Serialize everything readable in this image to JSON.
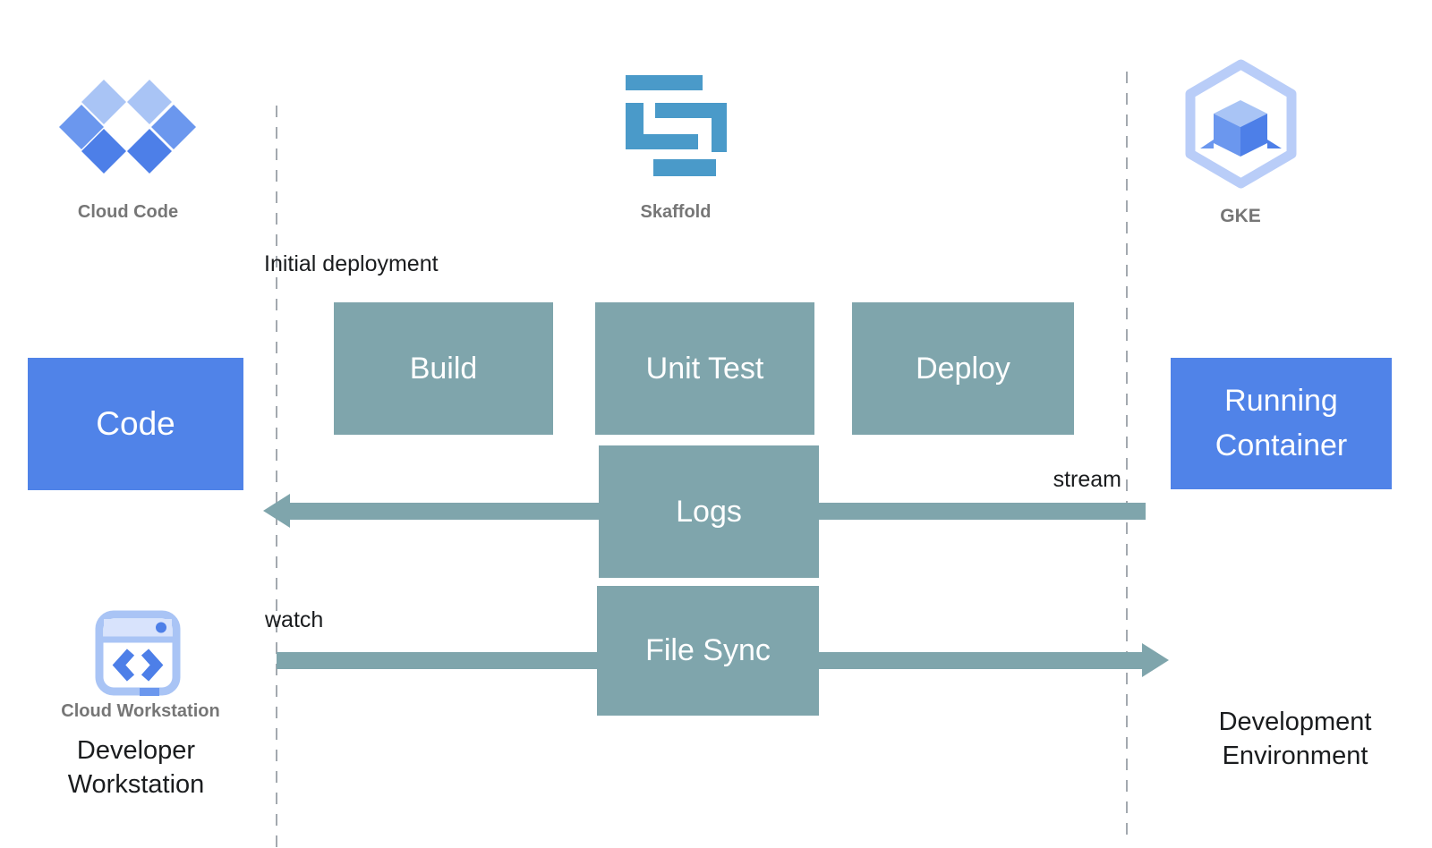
{
  "header": {
    "cloud_code": "Cloud Code",
    "skaffold": "Skaffold",
    "gke": "GKE"
  },
  "boxes": {
    "code": "Code",
    "build": "Build",
    "unit_test": "Unit Test",
    "deploy": "Deploy",
    "logs": "Logs",
    "file_sync": "File Sync",
    "running_container": "Running Container"
  },
  "annotations": {
    "initial_deployment": "Initial deployment",
    "stream": "stream",
    "watch": "watch"
  },
  "footer": {
    "cloud_workstation": "Cloud Workstation",
    "developer_workstation": "Developer Workstation",
    "development_environment": "Development Environment"
  },
  "icons": {
    "cloud_code": "cloud-code-icon",
    "skaffold": "skaffold-icon",
    "gke": "gke-icon",
    "cloud_workstation": "cloud-workstation-icon"
  },
  "colors": {
    "process_box": "#7FA5AC",
    "primary_box": "#5083E8",
    "arrow": "#7FA5AC",
    "label_gray": "#767676",
    "text_black": "#1A1C1E",
    "dash": "#A3A9AF",
    "skaffold_blue": "#4A9AC9",
    "blue_light": "#A9C4F5",
    "blue_medium": "#6B97EE",
    "blue_dark": "#4D7FE8",
    "gke_outline": "#B9CDF8"
  }
}
